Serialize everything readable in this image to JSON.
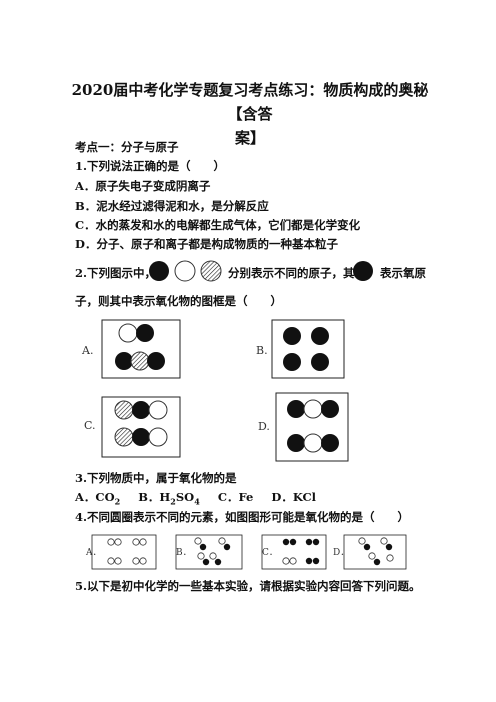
{
  "title": {
    "line1": "2020届中考化学专题复习考点练习：物质构成的奥秘【含答",
    "line2": "案】"
  },
  "section1": "考点一：分子与原子",
  "q1": {
    "stem": "1.下列说法正确的是（　　）",
    "options": [
      "A．原子失电子变成阴离子",
      "B．泥水经过滤得泥和水，是分解反应",
      "C．水的蒸发和水的电解都生成气体，它们都是化学变化",
      "D．分子、原子和离子都是构成物质的一种基本粒子"
    ]
  },
  "q2": {
    "stem_part1": "2.下列图示中，",
    "stem_part2": "分别表示不同的原子，其中",
    "stem_part3": "表示氧原",
    "stem_line2": "子，则其中表示氧化物的图框是（　　）",
    "boxes": [
      "A.",
      "B.",
      "C.",
      "D."
    ]
  },
  "q3": {
    "stem": "3.下列物质中，属于氧化物的是",
    "optA": "A．CO",
    "optA_sub": "2",
    "optB": "B．H",
    "optB_sub1": "2",
    "optB_mid": "SO",
    "optB_sub2": "4",
    "optC": "C．Fe",
    "optD": "D．KCl"
  },
  "q4": {
    "stem": "4.不同圆圈表示不同的元素，如图图形可能是氧化物的是（　　）",
    "boxes": [
      "A．",
      "B．",
      "C．",
      "D．"
    ]
  },
  "q5": {
    "stem": "5.以下是初中化学的一些基本实验，请根据实验内容回答下列问题。"
  }
}
